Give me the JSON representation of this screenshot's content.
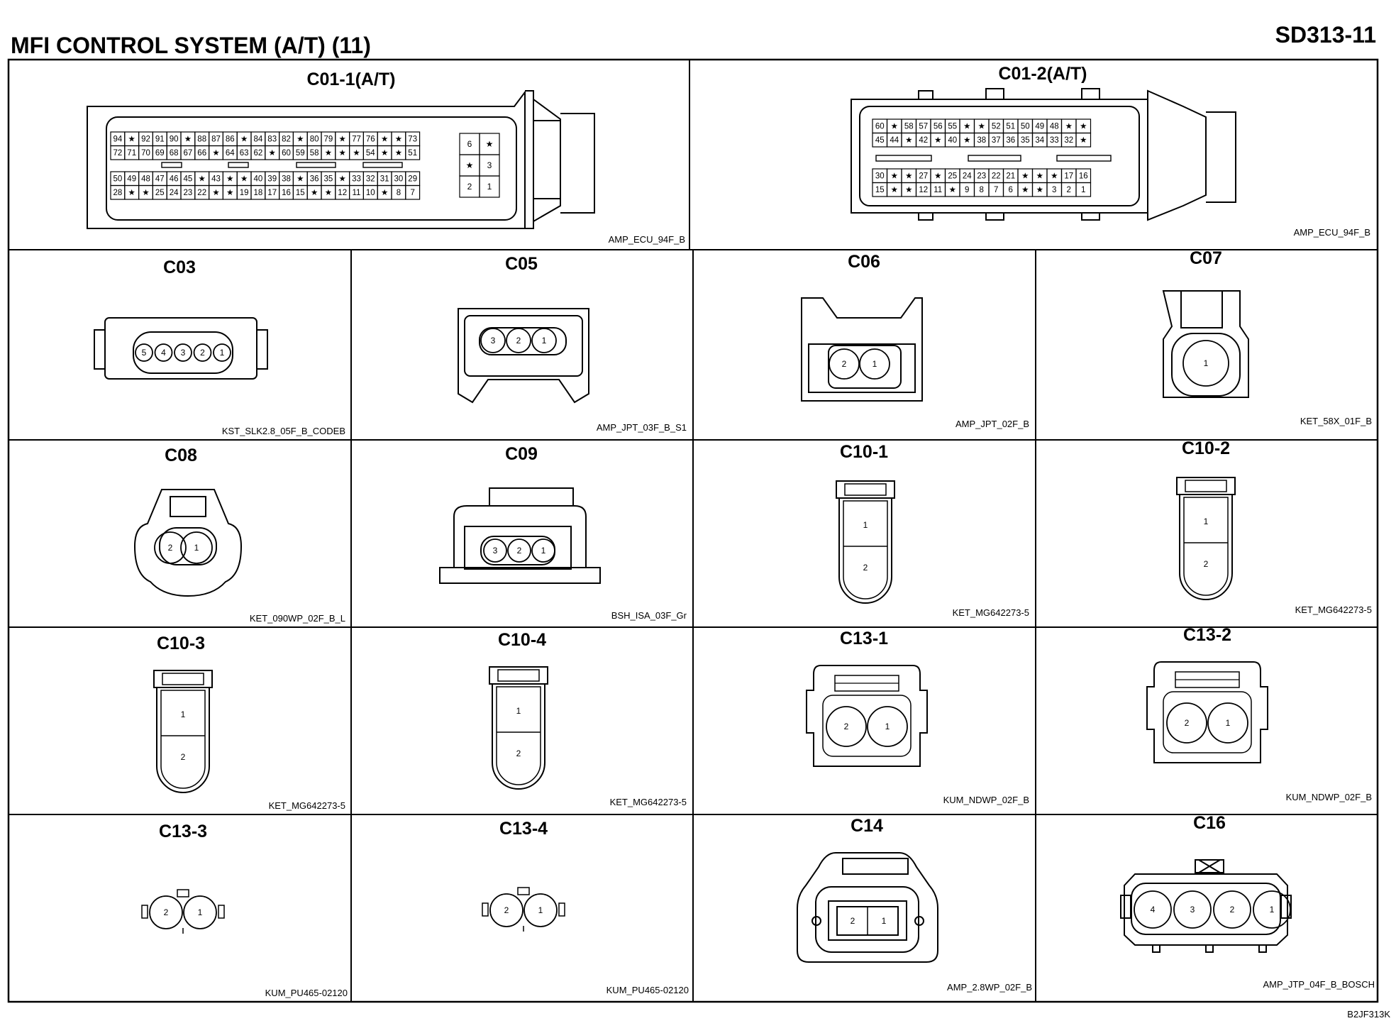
{
  "header": {
    "title": "MFI CONTROL SYSTEM (A/T) (11)",
    "code": "SD313-11"
  },
  "footer": {
    "ref": "B2JF313K"
  },
  "connectors": {
    "c01_1": {
      "title": "C01-1(A/T)",
      "part": "AMP_ECU_94F_B",
      "rows": [
        [
          "94",
          "★",
          "92",
          "91",
          "90",
          "★",
          "88",
          "87",
          "86",
          "★",
          "84",
          "83",
          "82",
          "★",
          "80",
          "79",
          "★",
          "77",
          "76",
          "★",
          "★",
          "73"
        ],
        [
          "72",
          "71",
          "70",
          "69",
          "68",
          "67",
          "66",
          "★",
          "64",
          "63",
          "62",
          "★",
          "60",
          "59",
          "58",
          "★",
          "★",
          "★",
          "54",
          "★",
          "★",
          "51"
        ],
        [
          "50",
          "49",
          "48",
          "47",
          "46",
          "45",
          "★",
          "43",
          "★",
          "★",
          "40",
          "39",
          "38",
          "★",
          "36",
          "35",
          "★",
          "33",
          "32",
          "31",
          "30",
          "29"
        ],
        [
          "28",
          "★",
          "★",
          "25",
          "24",
          "23",
          "22",
          "★",
          "★",
          "19",
          "18",
          "17",
          "16",
          "15",
          "★",
          "★",
          "12",
          "11",
          "10",
          "★",
          "8",
          "7"
        ]
      ],
      "side": [
        [
          "6",
          "★"
        ],
        [
          "★",
          "3"
        ],
        [
          "2",
          "1"
        ]
      ]
    },
    "c01_2": {
      "title": "C01-2(A/T)",
      "part": "AMP_ECU_94F_B",
      "top": [
        [
          "60",
          "★",
          "58",
          "57",
          "56",
          "55",
          "★",
          "★",
          "52",
          "51",
          "50",
          "49",
          "48",
          "★",
          "★"
        ],
        [
          "45",
          "44",
          "★",
          "42",
          "★",
          "40",
          "★",
          "38",
          "37",
          "36",
          "35",
          "34",
          "33",
          "32",
          "★"
        ]
      ],
      "bottom": [
        [
          "30",
          "★",
          "★",
          "27",
          "★",
          "25",
          "24",
          "23",
          "22",
          "21",
          "★",
          "★",
          "★",
          "17",
          "16"
        ],
        [
          "15",
          "★",
          "★",
          "12",
          "11",
          "★",
          "9",
          "8",
          "7",
          "6",
          "★",
          "★",
          "3",
          "2",
          "1"
        ]
      ]
    },
    "c03": {
      "title": "C03",
      "part": "KST_SLK2.8_05F_B_CODEB",
      "pins": [
        "5",
        "4",
        "3",
        "2",
        "1"
      ]
    },
    "c05": {
      "title": "C05",
      "part": "AMP_JPT_03F_B_S1",
      "pins": [
        "3",
        "2",
        "1"
      ]
    },
    "c06": {
      "title": "C06",
      "part": "AMP_JPT_02F_B",
      "pins": [
        "2",
        "1"
      ]
    },
    "c07": {
      "title": "C07",
      "part": "KET_58X_01F_B",
      "pins": [
        "1"
      ]
    },
    "c08": {
      "title": "C08",
      "part": "KET_090WP_02F_B_L",
      "pins": [
        "2",
        "1"
      ]
    },
    "c09": {
      "title": "C09",
      "part": "BSH_ISA_03F_Gr",
      "pins": [
        "3",
        "2",
        "1"
      ]
    },
    "c10_1": {
      "title": "C10-1",
      "part": "KET_MG642273-5",
      "pins": [
        "1",
        "2"
      ]
    },
    "c10_2": {
      "title": "C10-2",
      "part": "KET_MG642273-5",
      "pins": [
        "1",
        "2"
      ]
    },
    "c10_3": {
      "title": "C10-3",
      "part": "KET_MG642273-5",
      "pins": [
        "1",
        "2"
      ]
    },
    "c10_4": {
      "title": "C10-4",
      "part": "KET_MG642273-5",
      "pins": [
        "1",
        "2"
      ]
    },
    "c13_1": {
      "title": "C13-1",
      "part": "KUM_NDWP_02F_B",
      "pins": [
        "2",
        "1"
      ]
    },
    "c13_2": {
      "title": "C13-2",
      "part": "KUM_NDWP_02F_B",
      "pins": [
        "2",
        "1"
      ]
    },
    "c13_3": {
      "title": "C13-3",
      "part": "KUM_PU465-02120",
      "pins": [
        "2",
        "1"
      ]
    },
    "c13_4": {
      "title": "C13-4",
      "part": "KUM_PU465-02120",
      "pins": [
        "2",
        "1"
      ]
    },
    "c14": {
      "title": "C14",
      "part": "AMP_2.8WP_02F_B",
      "pins": [
        "2",
        "1"
      ]
    },
    "c16": {
      "title": "C16",
      "part": "AMP_JTP_04F_B_BOSCH",
      "pins": [
        "4",
        "3",
        "2",
        "1"
      ]
    }
  }
}
